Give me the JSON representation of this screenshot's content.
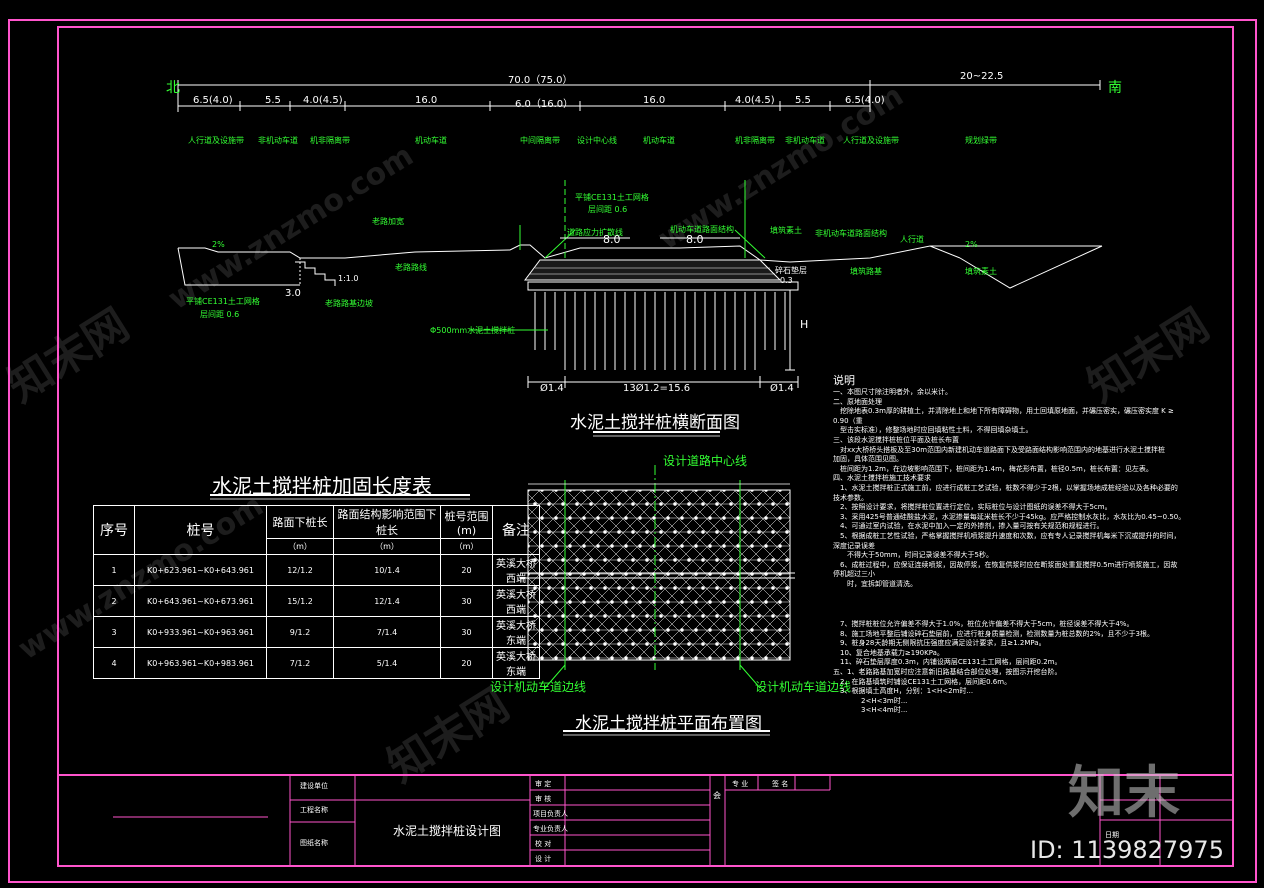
{
  "directions": {
    "north": "北",
    "south": "南"
  },
  "dims_top": {
    "total": "70.0（75.0）",
    "right": "20~22.5",
    "segments": [
      "6.5(4.0)",
      "5.5",
      "4.0(4.5)",
      "16.0",
      "6.0（16.0）",
      "16.0",
      "4.0(4.5)",
      "5.5",
      "6.5(4.0)"
    ]
  },
  "zones": [
    "人行道及设施带",
    "非机动车道",
    "机非隔离带",
    "机动车道",
    "中间隔离带",
    "设计中心线",
    "机动车道",
    "机非隔离带",
    "非机动车道",
    "人行道及设施带",
    "规划绿带"
  ],
  "section_labels": {
    "geogrid_top": "平铺CE131土工网格",
    "gap_top": "层间距 0.6",
    "w1": "8.0",
    "w2": "8.0",
    "stress_left": "道路应力扩散线",
    "stress_right": "机动车道路面结构",
    "fill_old": "老路加宽",
    "old_road": "老路路线",
    "steps_1": "1:1.0",
    "steps_3": "3.0",
    "old_slope": "老路路基边坡",
    "geogrid_left": "平铺CE131土工网格",
    "gap_left": "层间距 0.6",
    "pile": "Φ500mm水泥土搅拌桩",
    "bed": "碎石垫层",
    "bed_h": "0.3",
    "fill_soil": "填筑路基",
    "fill_soil2": "填筑素土",
    "nonmotor": "非机动车道路面结构",
    "walk": "人行道",
    "slope_pct": "2%",
    "h_label": "H",
    "bottom_left": "Ø1.4",
    "bottom_mid": "13Ø1.2=15.6",
    "bottom_right": "Ø1.4",
    "top_fill": "填筑素土"
  },
  "titles": {
    "section": "水泥土搅拌桩横断面图",
    "plan": "水泥土搅拌桩平面布置图",
    "table": "水泥土搅拌桩加固长度表",
    "sheet": "水泥土搅拌桩设计图"
  },
  "plan_labels": {
    "center": "设计道路中心线",
    "edge_left": "设计机动车道边线",
    "edge_right": "设计机动车道边线"
  },
  "table": {
    "headers": [
      "序号",
      "桩号",
      "路面下桩长",
      "路面结构影响范围下桩长",
      "桩号范围(m)",
      "备注"
    ],
    "units": [
      "",
      "",
      "（m）",
      "（m）",
      "（m）",
      ""
    ],
    "rows": [
      [
        "1",
        "K0+623.961~K0+643.961",
        "12/1.2",
        "10/1.4",
        "20",
        "英溪大桥西端"
      ],
      [
        "2",
        "K0+643.961~K0+673.961",
        "15/1.2",
        "12/1.4",
        "30",
        "英溪大桥西端"
      ],
      [
        "3",
        "K0+933.961~K0+963.961",
        "9/1.2",
        "7/1.4",
        "30",
        "英溪大桥东端"
      ],
      [
        "4",
        "K0+963.961~K0+983.961",
        "7/1.2",
        "5/1.4",
        "20",
        "英溪大桥东端"
      ]
    ]
  },
  "notes": {
    "heading": "说明",
    "lines": [
      "一、本图尺寸除注明者外，余以米计。",
      "二、原地面处理",
      "　挖除地表0.3m厚的耕植土，并清除地上和地下所有障碍物，用土回填原地面，并碾压密实，碾压密实度 K ≥",
      "0.90（重",
      "　型击实标准），修整场地时应回填粘性土料，不得回填杂填土。",
      "三、该段水泥搅拌桩桩位平面及桩长布置",
      "　对xx大桥桥头搭板及至30m范围内新建机动车道路面下及受路面结构影响范围内的地基进行水泥土搅拌桩",
      "加固，具体范围见图。",
      "　桩间距为1.2m，在边坡影响范围下，桩间距为1.4m，梅花形布置，桩径0.5m，桩长布置：见左表。",
      "四、水泥土搅拌桩施工技术要求",
      "　1、水泥土搅拌桩正式施工前，应进行成桩工艺试验，桩数不得少于2根，以掌握场地成桩经验以及各种必要的",
      "技术参数。",
      "　2、按照设计要求，将搅拌桩位置进行定位，实际桩位与设计图纸的误差不得大于5cm。",
      "　3、采用425号普通硅酸盐水泥，水泥掺量每延米桩长不少于45kg。应严格控制水灰比，水灰比为0.45~0.50。",
      "　4、可通过室内试验，在水泥中加入一定的外掺剂，掺入量可按有关规范和规程进行。",
      "　5、根据成桩工艺性试验，严格掌握搅拌机喷浆提升速度和次数，应有专人记录搅拌机每米下沉或提升的时间，",
      "深度记录误差",
      "　　不得大于50mm，时间记录误差不得大于5秒。",
      "　6、成桩过程中，应保证连续喷浆，因故停浆，在恢复供浆时应在断浆面处重复搅拌0.5m进行喷浆施工，因故",
      "停机超过三小",
      "　　时，宜拆卸管道清洗。"
    ],
    "lines2": [
      "　7、搅拌桩桩位允许偏差不得大于1.0%，桩位允许偏差不得大于5cm，桩径误差不得大于4%。",
      "　8、施工场地平整后铺设碎石垫层前，应进行桩身质量检测，检测数量为桩总数的2%，且不少于3根。",
      "　9、桩身28天龄期无侧限抗压强度应满足设计要求，且≥1.2MPa。",
      "　10、复合地基承载力≥190KPa。",
      "　11、碎石垫层厚度0.3m，内铺设两层CE131土工网格，层间距0.2m。",
      "五、1、老路路基加宽时应注意新旧路基结合部位处理，按图示开挖台阶。",
      "　2、在路基填筑时铺设CE131土工网格，层间距0.6m。",
      "　3、根据填土高度H，分别：1<H<2m时...",
      "　　　　2<H<3m时...",
      "　　　　3<H<4m时..."
    ]
  },
  "titleblock": {
    "c1r1": "建设单位",
    "c1r2": "工程名称",
    "c1r3": "图纸名称",
    "r1": "审  定",
    "r2": "审  核",
    "r3": "项目负责人",
    "r4": "专业负责人",
    "r5": "校  对",
    "r6": "设  计",
    "corner": "会",
    "prof": "专 业",
    "sign": "签 名",
    "date": "日期"
  },
  "watermark": {
    "brand": "知末",
    "id": "ID: 1139827975",
    "site": "www.znzmo.com",
    "cn": "知末网"
  }
}
